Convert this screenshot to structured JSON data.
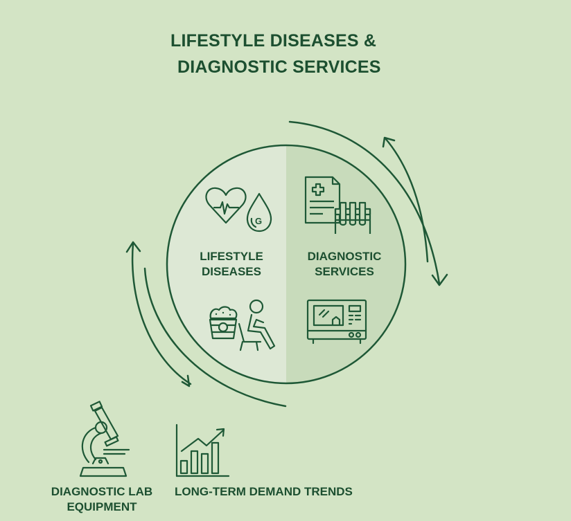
{
  "title": {
    "line1": "LIFESTYLE DISEASES &",
    "line2": "DIAGNOSTIC SERVICES"
  },
  "circle": {
    "left_half": {
      "label_line1": "LIFESTYLE",
      "label_line2": "DISEASES",
      "icons": [
        "heart-pulse-icon",
        "glucose-drop-icon",
        "popcorn-icon",
        "sedentary-person-icon"
      ],
      "fill": "#dde8d5"
    },
    "right_half": {
      "label_line1": "DIAGNOSTIC",
      "label_line2": "SERVICES",
      "icons": [
        "medical-report-icon",
        "test-tube-rack-icon",
        "lab-analyzer-icon"
      ],
      "fill": "#c8dbbb"
    },
    "glucose_letter": "G"
  },
  "bottom": {
    "items": [
      {
        "label_line1": "DIAGNOSTIC LAB",
        "label_line2": "EQUIPMENT",
        "icon": "microscope-icon"
      },
      {
        "label_line1": "LONG-TERM DEMAND TRENDS",
        "icon": "growth-chart-icon"
      }
    ]
  },
  "colors": {
    "background": "#d3e4c5",
    "stroke": "#1e5836",
    "text": "#1c4f30"
  }
}
